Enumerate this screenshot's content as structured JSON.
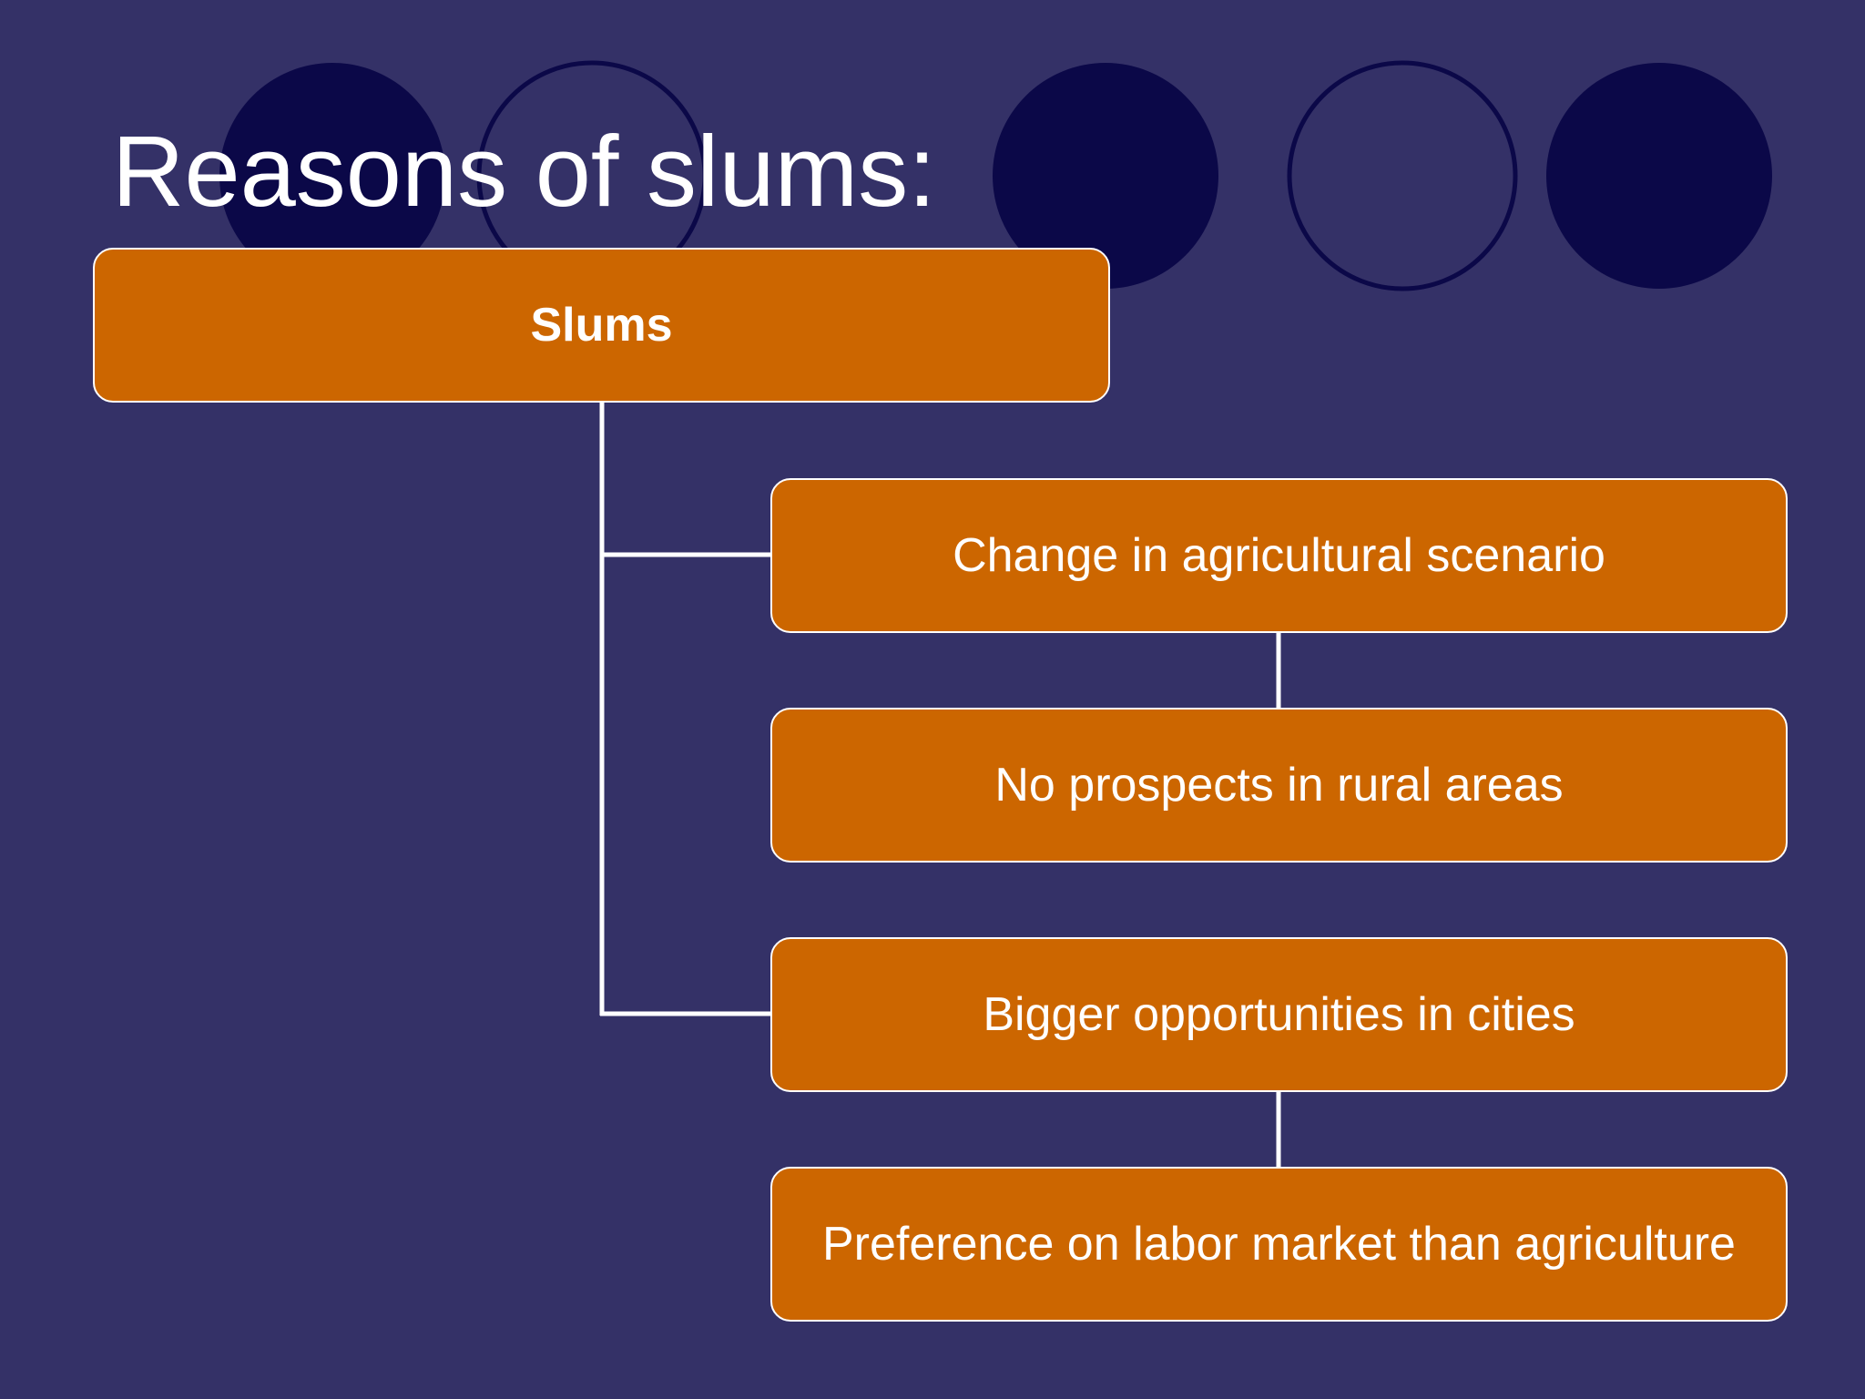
{
  "slide": {
    "title": "Reasons of slums:",
    "background_color": "#343167",
    "decor_circle_color": "#0b0848"
  },
  "diagram": {
    "root": {
      "label": "Slums"
    },
    "nodes": [
      {
        "label": "Change in agricultural scenario"
      },
      {
        "label": "No prospects in rural areas"
      },
      {
        "label": "Bigger opportunities in cities"
      },
      {
        "label": "Preference on labor market than agriculture"
      }
    ],
    "box_color": "#cc6600",
    "line_color": "#ffffff"
  }
}
